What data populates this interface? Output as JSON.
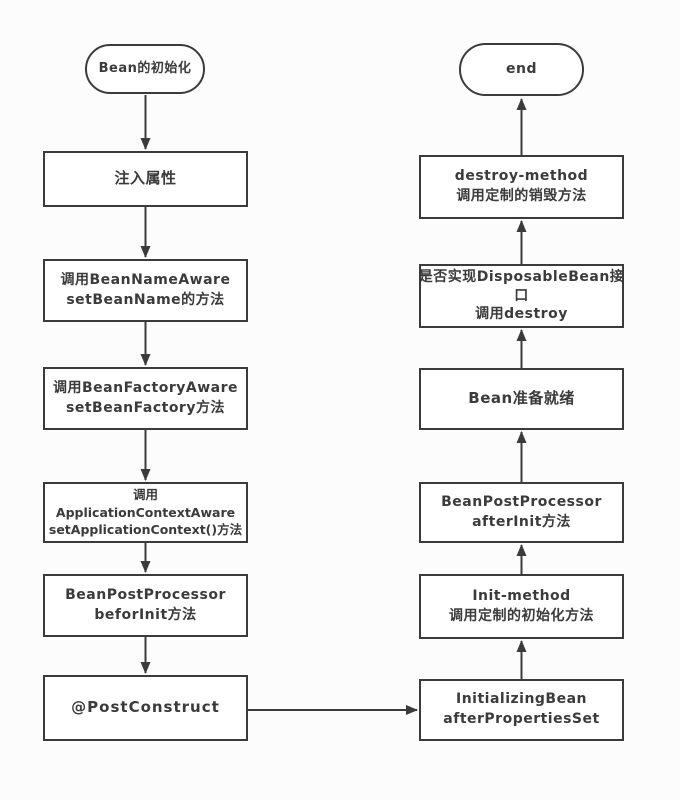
{
  "colors": {
    "background": "#fcfcfc",
    "node_fill": "#ffffff",
    "line": "#3b3b3b",
    "text": "#3b3b3b"
  },
  "start_node": {
    "label": "Bean的初始化"
  },
  "end_node": {
    "label": "end"
  },
  "left_column": [
    {
      "id": "inject-properties",
      "lines": [
        "注入属性"
      ]
    },
    {
      "id": "bean-name-aware",
      "lines": [
        "调用BeanNameAware",
        "setBeanName的方法"
      ]
    },
    {
      "id": "bean-factory-aware",
      "lines": [
        "调用BeanFactoryAware",
        "setBeanFactory方法"
      ]
    },
    {
      "id": "application-context-aware",
      "lines": [
        "调用",
        "ApplicationContextAware",
        "setApplicationContext()方法"
      ]
    },
    {
      "id": "before-init",
      "lines": [
        "BeanPostProcessor",
        "beforInit方法"
      ]
    },
    {
      "id": "post-construct",
      "lines": [
        "@PostConstruct"
      ]
    }
  ],
  "right_column": [
    {
      "id": "destroy-method",
      "lines": [
        "destroy-method",
        "调用定制的销毁方法"
      ]
    },
    {
      "id": "disposable-bean",
      "lines": [
        "是否实现DisposableBean接",
        "口",
        "调用destroy"
      ]
    },
    {
      "id": "bean-ready",
      "lines": [
        "Bean准备就绪"
      ]
    },
    {
      "id": "after-init",
      "lines": [
        "BeanPostProcessor",
        "afterInit方法"
      ]
    },
    {
      "id": "init-method",
      "lines": [
        "Init-method",
        "调用定制的初始化方法"
      ]
    },
    {
      "id": "initializing-bean",
      "lines": [
        "InitializingBean",
        "afterPropertiesSet"
      ]
    }
  ]
}
